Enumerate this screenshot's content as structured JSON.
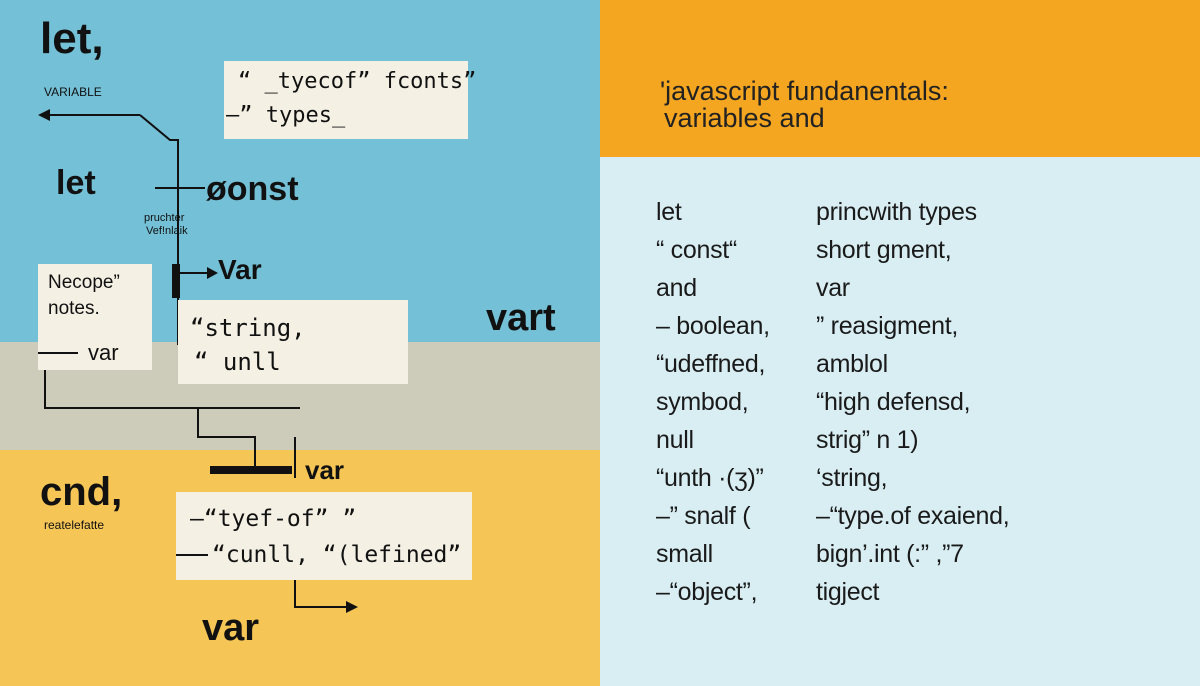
{
  "colors": {
    "blue": "#74c0d6",
    "gray": "#cdcbba",
    "yellow": "#f5c556",
    "orange": "#f4a621",
    "panel": "#d8eef3",
    "card": "#f4f0e4",
    "ink": "#111111"
  },
  "left": {
    "let_top": "let,",
    "variable_label": "VARIABLE",
    "let_mid": "let",
    "const_label": "øonst",
    "small_note_1": "pruchter",
    "small_note_2": "Vef!nlaik",
    "var_arrow_label": "Var",
    "vart_label": "vart",
    "var_mid": "var",
    "cnd": "cnd,",
    "reatelefatte": "reatelefatte",
    "var_bottom": "var",
    "card_top": {
      "line1": "“ _tyecof” fconts”",
      "line2": "—” types_"
    },
    "card_notes": {
      "line1": "Necope”",
      "line2": "notes.",
      "line3": "var"
    },
    "card_string": {
      "line1": "“string,",
      "line2": "“ unll"
    },
    "card_typeof": {
      "line1": "–“tyef-of” ”",
      "line2": "“cunll, “(lefined”"
    }
  },
  "right": {
    "title_line1": "'javascript fundanentals:",
    "title_line2": "variables and",
    "col1": [
      "let",
      "“ const“",
      "and",
      "– boolean,",
      "“udeffned,",
      "symbod,",
      "null",
      "“unth ·(ʒ)”",
      "–” snalf (",
      "small",
      "–“object”,"
    ],
    "col2": [
      "princwith types",
      "short gment,",
      "var",
      "” reasigment,",
      "amblol",
      "“high defensd,",
      "strig” n 1)",
      "‘string,",
      "–“type.of exaiend,",
      "bign’.int (:” ,”7",
      "tigject"
    ]
  }
}
